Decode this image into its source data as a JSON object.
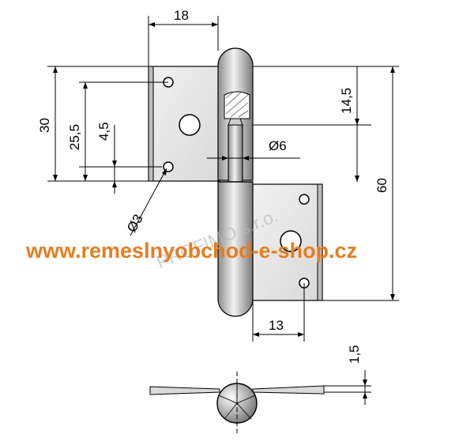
{
  "dimensions": {
    "d18": "18",
    "d30": "30",
    "d25_5": "25,5",
    "d4_5": "4,5",
    "d14_5": "14,5",
    "d6": "Ø6",
    "d3": "Ø3",
    "d60": "60",
    "d13": "13",
    "d1_5": "1,5"
  },
  "watermark": "PROFIMO s.r.o.",
  "shop_url": "www.remeslnyobchod-e-shop.cz",
  "colors": {
    "url": "#e67d1e",
    "steel": "#e6e6e6",
    "line": "#000000"
  }
}
